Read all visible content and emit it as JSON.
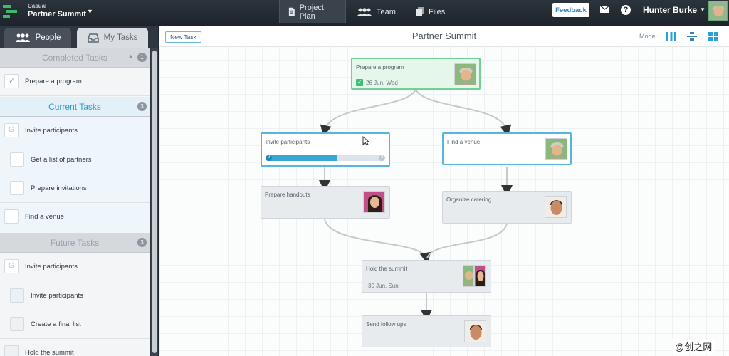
{
  "header": {
    "project_category": "Casual",
    "project_name": "Partner Summit",
    "tabs": [
      {
        "label": "Project Plan",
        "icon": "document-icon",
        "active": true
      },
      {
        "label": "Team",
        "icon": "team-icon",
        "active": false
      },
      {
        "label": "Files",
        "icon": "files-icon",
        "active": false
      }
    ],
    "feedback_label": "Feedback",
    "user_name": "Hunter Burke"
  },
  "sidebar": {
    "tabs": [
      {
        "label": "People",
        "active": false
      },
      {
        "label": "My Tasks",
        "active": true
      }
    ],
    "sections": {
      "completed": {
        "title": "Completed Tasks",
        "count": "1",
        "items": [
          {
            "label": "Prepare a program"
          }
        ]
      },
      "current": {
        "title": "Current Tasks",
        "count": "3",
        "items": [
          {
            "label": "Invite participants"
          },
          {
            "label": "Get a list of partners"
          },
          {
            "label": "Prepare invitations"
          },
          {
            "label": "Find a venue"
          }
        ]
      },
      "future": {
        "title": "Future Tasks",
        "count": "3",
        "items": [
          {
            "label": "Invite participants"
          },
          {
            "label": "Invite participants"
          },
          {
            "label": "Create a final list"
          },
          {
            "label": "Hold the summit"
          }
        ]
      }
    }
  },
  "canvas": {
    "new_task_label": "New Task",
    "title": "Partner Summit",
    "mode_label": "Mode:",
    "tasks": {
      "prepare_program": {
        "title": "Prepare a program",
        "date": "26 Jun, Wed"
      },
      "invite_participants": {
        "title": "Invite participants",
        "progress_start": "0",
        "progress_end": "3",
        "progress": 0.6
      },
      "find_venue": {
        "title": "Find a venue"
      },
      "prepare_handouts": {
        "title": "Prepare handouts"
      },
      "organize_catering": {
        "title": "Organize catering"
      },
      "hold_summit": {
        "title": "Hold the summit",
        "date": "30 Jun, Sun"
      },
      "send_follow_ups": {
        "title": "Send follow ups"
      }
    }
  },
  "colors": {
    "accent": "#37a8d4",
    "done": "#3fbf75",
    "brand": "#41b86a"
  },
  "watermark": "@创之网"
}
